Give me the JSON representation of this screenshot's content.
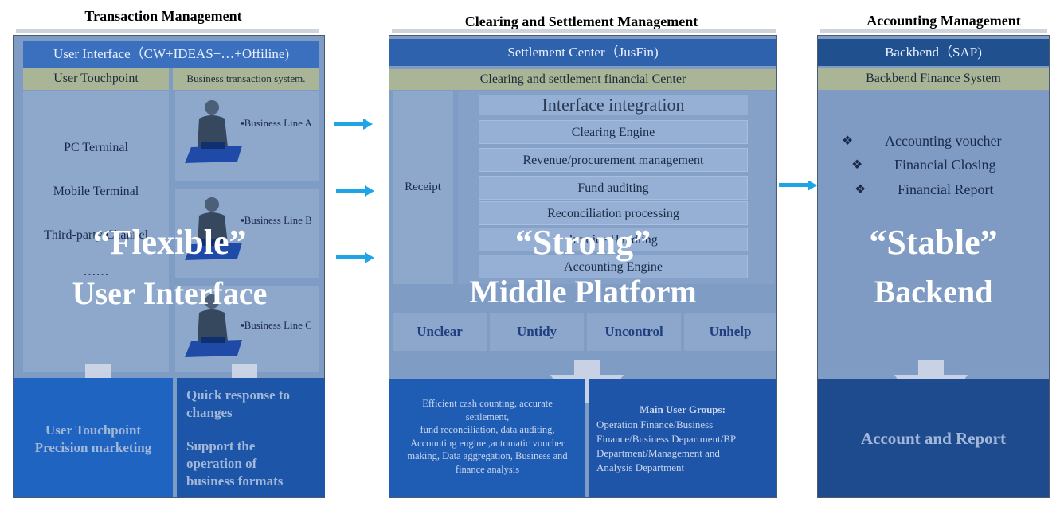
{
  "transaction": {
    "title": "Transaction Management",
    "ui_header": "User Interface（CW+IDEAS+…+Offiline)",
    "touchpoint_hdr": "User Touchpoint",
    "business_hdr": "Business transaction system.",
    "terminals": [
      "PC Terminal",
      "Mobile Terminal",
      "Third-party Channel",
      "……"
    ],
    "business_lines": [
      "▪Business Line A",
      "▪Business Line B",
      "▪Business Line C"
    ],
    "bottom_left": [
      "User Touchpoint",
      "Precision marketing"
    ],
    "bottom_right": [
      "Quick response to",
      "changes",
      "Support the",
      "operation of",
      "business formats"
    ],
    "overlay": [
      "“Flexible”",
      "User Interface"
    ]
  },
  "clearing": {
    "title": "Clearing and Settlement Management",
    "header": "Settlement Center（JusFin)",
    "sub_header": "Clearing and settlement financial Center",
    "receipt": "Receipt",
    "integration_title": "Interface integration",
    "items": [
      "Clearing Engine",
      "Revenue/procurement management",
      "Fund auditing",
      "Reconciliation processing",
      "Invoice Handling",
      "Accounting Engine"
    ],
    "buttons": [
      "Unclear",
      "Untidy",
      "Uncontrol",
      "Unhelp"
    ],
    "bottom_left": [
      "Efficient cash counting, accurate",
      "settlement,",
      "fund reconciliation, data auditing,",
      "Accounting engine ,automatic voucher",
      "making, Data aggregation, Business and",
      "finance analysis"
    ],
    "groups_title": "Main User Groups:",
    "groups_text": [
      "Operation Finance/Business",
      "Finance/Business Department/BP",
      "Department/Management and",
      "Analysis Department"
    ],
    "overlay": [
      "“Strong”",
      "Middle Platform"
    ]
  },
  "accounting": {
    "title": "Accounting Management",
    "header": "Backbend（SAP)",
    "sub_header": "Backbend Finance System",
    "bullet_icon": "❖",
    "items": [
      "Accounting voucher",
      "Financial Closing",
      "Financial Report"
    ],
    "bottom": "Account and Report",
    "overlay": [
      "“Stable”",
      "Backend"
    ]
  },
  "colors": {
    "arrow": "#1fa4e6",
    "panel": "#7f9cc4",
    "header_blue": "#3a70bd",
    "header_green": "#a9b596"
  }
}
